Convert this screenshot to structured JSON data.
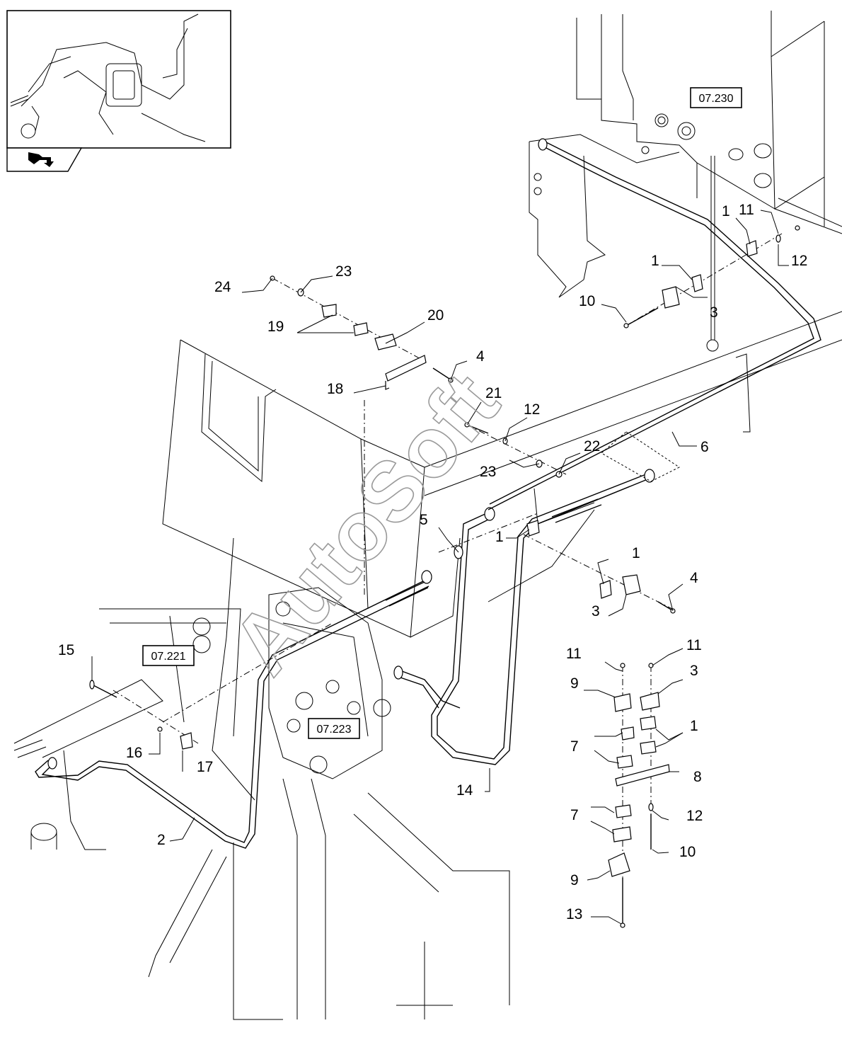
{
  "watermark": "AutoSoft",
  "reference_boxes": [
    {
      "id": "ref-07-230",
      "text": "07.230"
    },
    {
      "id": "ref-07-221",
      "text": "07.221"
    },
    {
      "id": "ref-07-223",
      "text": "07.223"
    }
  ],
  "callouts": [
    {
      "id": "c24",
      "text": "24"
    },
    {
      "id": "c23a",
      "text": "23"
    },
    {
      "id": "c19",
      "text": "19"
    },
    {
      "id": "c20",
      "text": "20"
    },
    {
      "id": "c4a",
      "text": "4"
    },
    {
      "id": "c18",
      "text": "18"
    },
    {
      "id": "c21",
      "text": "21"
    },
    {
      "id": "c12a",
      "text": "12"
    },
    {
      "id": "c22",
      "text": "22"
    },
    {
      "id": "c23b",
      "text": "23"
    },
    {
      "id": "c6",
      "text": "6"
    },
    {
      "id": "c5",
      "text": "5"
    },
    {
      "id": "c1a",
      "text": "1"
    },
    {
      "id": "c1b",
      "text": "1"
    },
    {
      "id": "c4b",
      "text": "4"
    },
    {
      "id": "c3a",
      "text": "3"
    },
    {
      "id": "c1c",
      "text": "1"
    },
    {
      "id": "c11a",
      "text": "11"
    },
    {
      "id": "c12b",
      "text": "12"
    },
    {
      "id": "c1d",
      "text": "1"
    },
    {
      "id": "c10a",
      "text": "10"
    },
    {
      "id": "c3b",
      "text": "3"
    },
    {
      "id": "c15",
      "text": "15"
    },
    {
      "id": "c16",
      "text": "16"
    },
    {
      "id": "c17",
      "text": "17"
    },
    {
      "id": "c2",
      "text": "2"
    },
    {
      "id": "c14",
      "text": "14"
    },
    {
      "id": "c11b",
      "text": "11"
    },
    {
      "id": "c11c",
      "text": "11"
    },
    {
      "id": "c9a",
      "text": "9"
    },
    {
      "id": "c3c",
      "text": "3"
    },
    {
      "id": "c1e",
      "text": "1"
    },
    {
      "id": "c7a",
      "text": "7"
    },
    {
      "id": "c8",
      "text": "8"
    },
    {
      "id": "c12c",
      "text": "12"
    },
    {
      "id": "c7b",
      "text": "7"
    },
    {
      "id": "c10b",
      "text": "10"
    },
    {
      "id": "c9b",
      "text": "9"
    },
    {
      "id": "c13",
      "text": "13"
    }
  ]
}
